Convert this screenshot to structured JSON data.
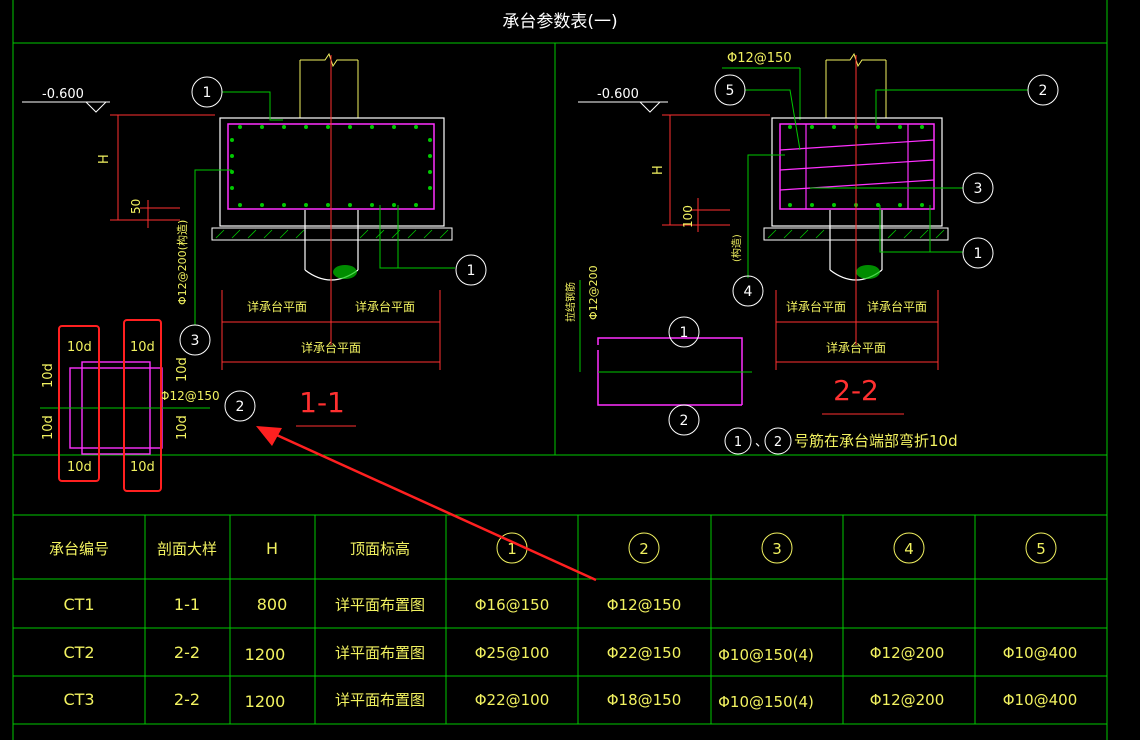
{
  "sheet": {
    "title": "承台参数表(一)"
  },
  "section_1": {
    "elevation": "-0.600",
    "dim_h": "H",
    "dim_50": "50",
    "vertical_bar_note": "Φ12@200(构造)",
    "callouts": [
      "1",
      "1",
      "3",
      "2"
    ],
    "width_label_left": "详承台平面",
    "width_label_right": "详承台平面",
    "width_label_total": "详承台平面",
    "section_title": "1-1",
    "detail_bar_note": "Φ12@150",
    "detail_labels": [
      "10d",
      "10d",
      "10d",
      "10d",
      "10d",
      "10d",
      "10d",
      "10d"
    ]
  },
  "section_2": {
    "top_bar_note": "Φ12@150",
    "elevation": "-0.600",
    "dim_h": "H",
    "dim_100": "100",
    "bar4_note": "(构造)",
    "callouts": [
      "5",
      "2",
      "3",
      "1",
      "4"
    ],
    "width_label_left": "详承台平面",
    "width_label_right": "详承台平面",
    "width_label_total": "详承台平面",
    "section_title": "2-2",
    "detail_side_note": "拉结钢筋",
    "detail_side_note2": "Φ12@200",
    "detail_callouts": [
      "1",
      "2"
    ],
    "note_c1": "1",
    "note_c2": "2",
    "note_text": "号筋在承台端部弯折10d"
  },
  "table": {
    "headers": [
      "承台编号",
      "剖面大样",
      "H",
      "顶面标高",
      "1",
      "2",
      "3",
      "4",
      "5"
    ],
    "rows": [
      [
        "CT1",
        "1-1",
        "800",
        "详平面布置图",
        "Φ16@150",
        "Φ12@150",
        "",
        "",
        ""
      ],
      [
        "CT2",
        "2-2",
        "1200",
        "详平面布置图",
        "Φ25@100",
        "Φ22@150",
        "Φ10@150(4)",
        "Φ12@200",
        "Φ10@400"
      ],
      [
        "CT3",
        "2-2",
        "1200",
        "详平面布置图",
        "Φ22@100",
        "Φ18@150",
        "Φ10@150(4)",
        "Φ12@200",
        "Φ10@400"
      ]
    ]
  },
  "colors": {
    "background": "#000000",
    "border": "#00c800",
    "text": "#f2f260",
    "rebar": "#ff30ff",
    "dimension": "#ff3030",
    "column": "#f2f260",
    "annotation": "#ff3030"
  }
}
